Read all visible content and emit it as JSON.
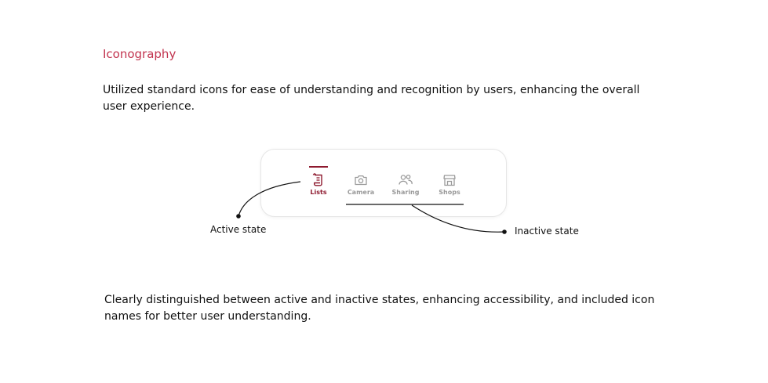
{
  "section": {
    "title": "Iconography",
    "intro": "Utilized standard icons for ease of understanding and recognition by users, enhancing the overall user experience.",
    "outro": "Clearly distinguished between active and inactive states, enhancing accessibility, and included icon names for better user understanding."
  },
  "nav": {
    "items": [
      {
        "label": "Lists",
        "icon": "list-scroll-icon",
        "active": true
      },
      {
        "label": "Camera",
        "icon": "camera-icon",
        "active": false
      },
      {
        "label": "Sharing",
        "icon": "users-icon",
        "active": false
      },
      {
        "label": "Shops",
        "icon": "shop-icon",
        "active": false
      }
    ]
  },
  "callouts": {
    "active": "Active state",
    "inactive": "Inactive state"
  },
  "colors": {
    "accent": "#c2344f",
    "active": "#8e1a2f",
    "inactive": "#9a9a9a"
  }
}
